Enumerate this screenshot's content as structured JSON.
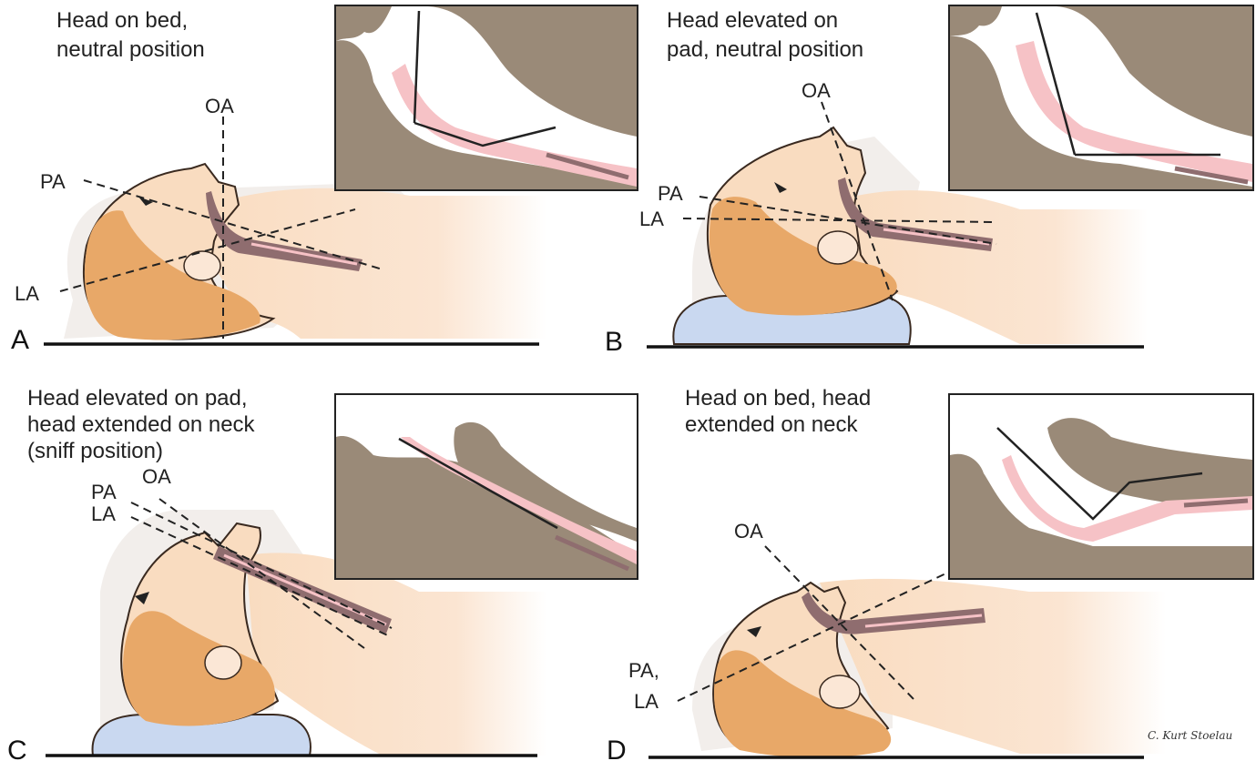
{
  "figure": {
    "colors": {
      "skin": "#f9dcc0",
      "skin_shadow": "#fbe7d6",
      "hair": "#e8a868",
      "pad": "#c9d8f0",
      "airway": "#8f6d6f",
      "airway_pink": "#f6c2c6",
      "tissue_gray": "#9a8a78",
      "inset_border": "#222222"
    },
    "panels": [
      {
        "letter": "A",
        "caption_lines": [
          "Head on bed,",
          "neutral position"
        ],
        "axis_labels": {
          "oa": "OA",
          "pa": "PA",
          "la": "LA"
        }
      },
      {
        "letter": "B",
        "caption_lines": [
          "Head elevated on",
          "pad, neutral position"
        ],
        "axis_labels": {
          "oa": "OA",
          "pa": "PA",
          "la": "LA"
        }
      },
      {
        "letter": "C",
        "caption_lines": [
          "Head elevated on pad,",
          "head extended on neck",
          "(sniff position)"
        ],
        "axis_labels": {
          "oa": "OA",
          "pa": "PA",
          "la": "LA"
        }
      },
      {
        "letter": "D",
        "caption_lines": [
          "Head on bed, head",
          "extended on neck"
        ],
        "axis_labels": {
          "oa": "OA",
          "pa_la": "PA,",
          "la": "LA"
        }
      }
    ],
    "signature": "C. Kurt Stoelau"
  }
}
